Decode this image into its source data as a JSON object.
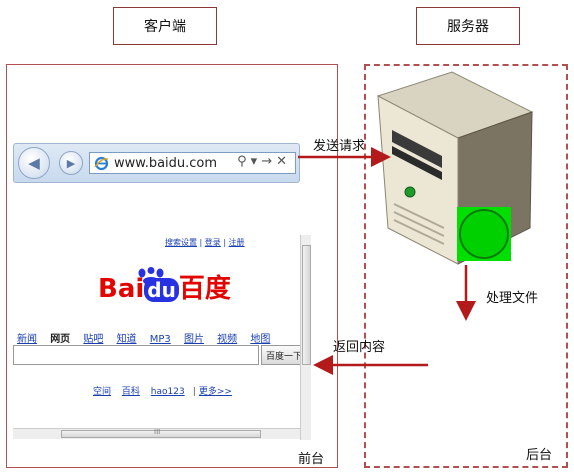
{
  "client": {
    "title": "客户端",
    "corner_label": "前台"
  },
  "server": {
    "title": "服务器",
    "corner_label": "后台",
    "process_label": "处理文件"
  },
  "arrows": {
    "request_label": "发送请求",
    "response_label": "返回内容"
  },
  "browser": {
    "url": "www.baidu.com",
    "back_glyph": "◀",
    "forward_glyph": "▶",
    "address_icons": "⚲▾→✕"
  },
  "baidu_page": {
    "top_links": [
      "搜索设置",
      "登录",
      "注册"
    ],
    "logo_text": [
      "Bai",
      "du",
      "百度"
    ],
    "nav_items": [
      "新闻",
      "网页",
      "贴吧",
      "知道",
      "MP3",
      "图片",
      "视频",
      "地图"
    ],
    "active_nav": "网页",
    "search_button": "百度一下",
    "bottom_links": [
      "空间",
      "百科",
      "hao123",
      "更多>>"
    ],
    "scroll_grip": "III"
  },
  "colors": {
    "frame": "#b05050",
    "arrow": "#b31b1b",
    "process_indicator": "#00e000"
  }
}
